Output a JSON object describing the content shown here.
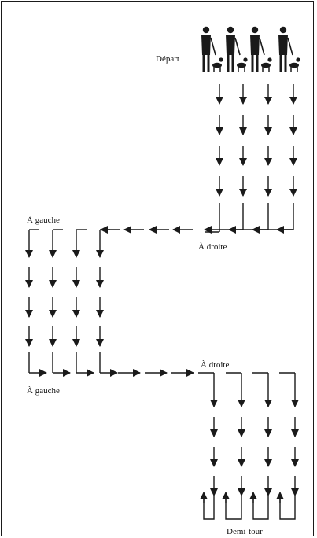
{
  "labels": {
    "depart": "Départ",
    "turn_right_1": "À droite",
    "turn_left_1": "À gauche",
    "turn_left_2": "À gauche",
    "turn_right_2": "À droite",
    "about_turn": "Demi-tour"
  },
  "colors": {
    "stroke": "#1a1a1a",
    "background": "#ffffff"
  },
  "figures": [
    {
      "icon": "person-with-dog-icon"
    },
    {
      "icon": "person-with-dog-icon"
    },
    {
      "icon": "person-with-dog-icon"
    },
    {
      "icon": "person-with-dog-icon"
    }
  ]
}
